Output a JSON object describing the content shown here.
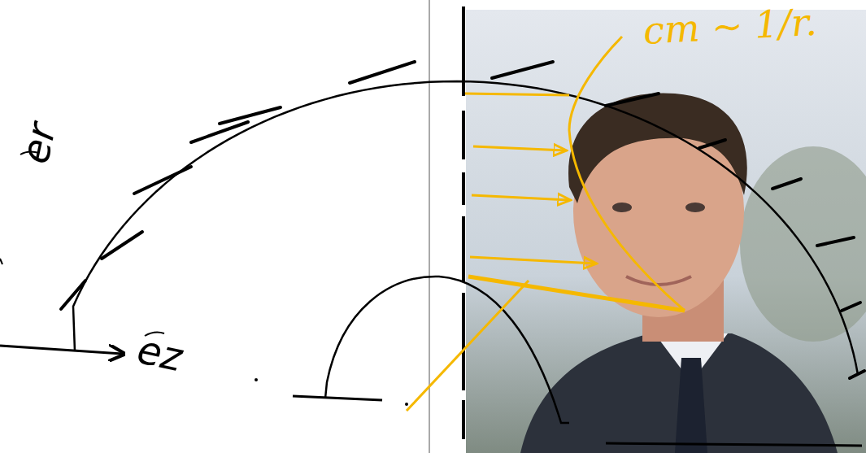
{
  "diagram": {
    "labels": [
      "er",
      "ez",
      "cm ~ 1/r."
    ]
  }
}
